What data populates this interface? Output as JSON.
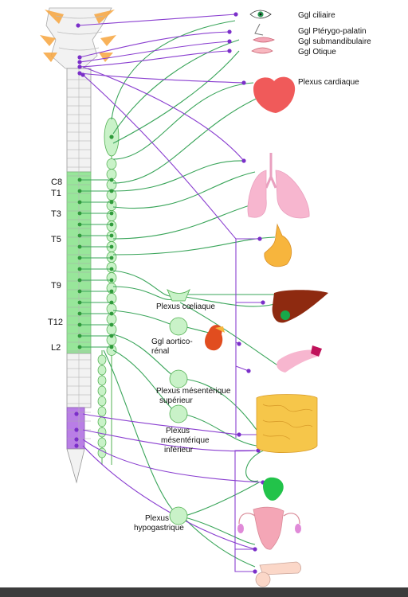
{
  "labels": {
    "ggl_ciliaire": "Ggl ciliaire",
    "ggl_pterygo": "Ggl Ptérygo-palatin",
    "ggl_submandibulaire": "Ggl submandibulaire",
    "ggl_otique": "Ggl Otique",
    "plexus_cardiaque": "Plexus cardiaque",
    "plexus_coeliaque": "Plexus cœliaque",
    "ggl_aortico_1": "Ggl aortico-",
    "ggl_aortico_2": "rénal",
    "pms_1": "Plexus mésentérique",
    "pms_2": "supérieur",
    "pmi_1": "Plexus",
    "pmi_2": "mésentérique",
    "pmi_3": "inférieur",
    "ph_1": "Plexus",
    "ph_2": "hypogastrique"
  },
  "segments": {
    "c8": "C8",
    "t1": "T1",
    "t3": "T3",
    "t5": "T5",
    "t9": "T9",
    "t12": "T12",
    "l2": "L2"
  },
  "colors": {
    "sympathetic": "#3aa55a",
    "parasympathetic": "#8a3fd0",
    "heart": "#f05a5a",
    "lungs": "#f7b6cf",
    "stomach": "#f7b53d",
    "liver": "#8e2a10",
    "pancreas": "#f7b6cf",
    "intestine": "#f6c64a",
    "bladder": "#22c34a",
    "uterus": "#f4a6b6",
    "background": "#ffffff"
  },
  "icons": [
    "eye-icon",
    "nose-icon",
    "mouth-icon",
    "ear-icon",
    "heart-icon",
    "lungs-icon",
    "stomach-icon",
    "liver-icon",
    "kidney-icon",
    "pancreas-icon",
    "intestine-icon",
    "bladder-icon",
    "uterus-icon",
    "penis-icon",
    "brainstem-icon",
    "spinal-cord-icon",
    "sympathetic-chain-icon"
  ]
}
